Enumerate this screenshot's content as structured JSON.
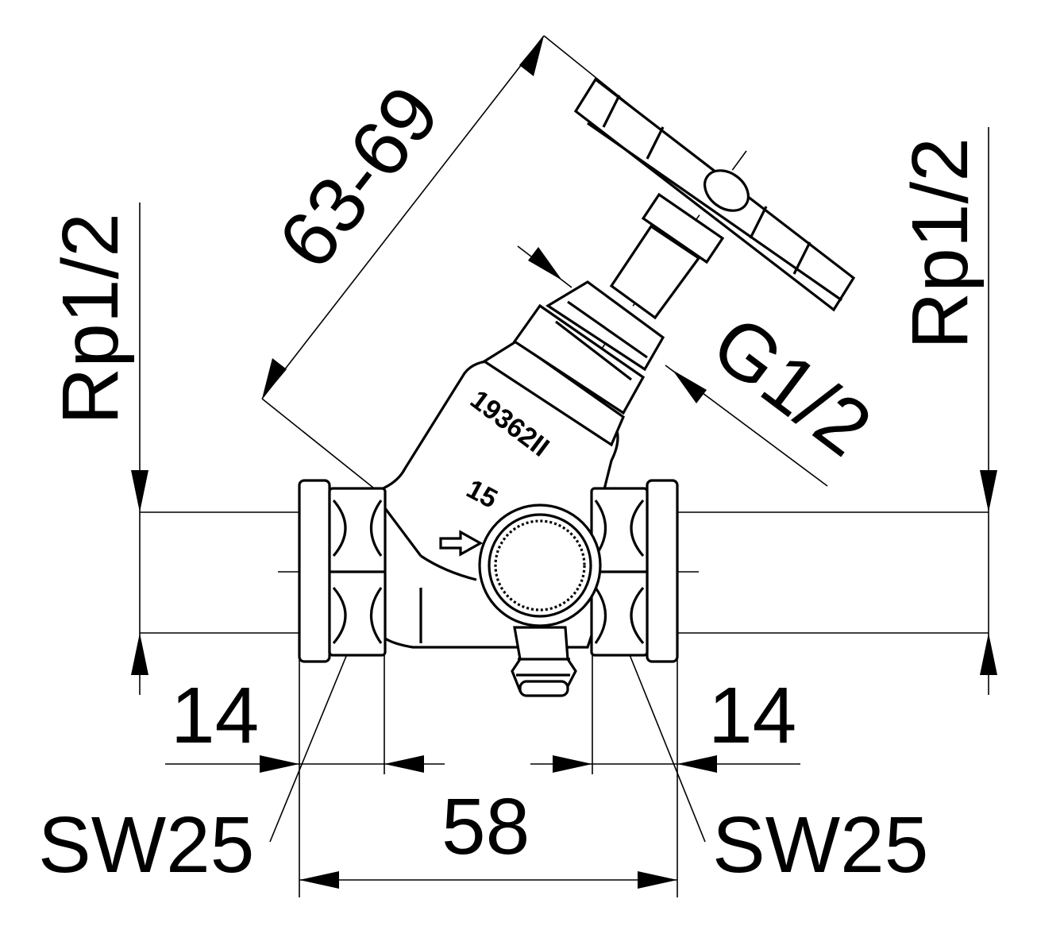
{
  "labels": {
    "thread_left": "Rp1/2",
    "thread_right": "Rp1/2",
    "height_range": "63-69",
    "port_thread": "G1/2",
    "inlet_length_left": "14",
    "inlet_length_right": "14",
    "wrench_left": "SW25",
    "wrench_right": "SW25",
    "overall_length": "58",
    "body_marking": "19362II",
    "size_marking": "15"
  }
}
